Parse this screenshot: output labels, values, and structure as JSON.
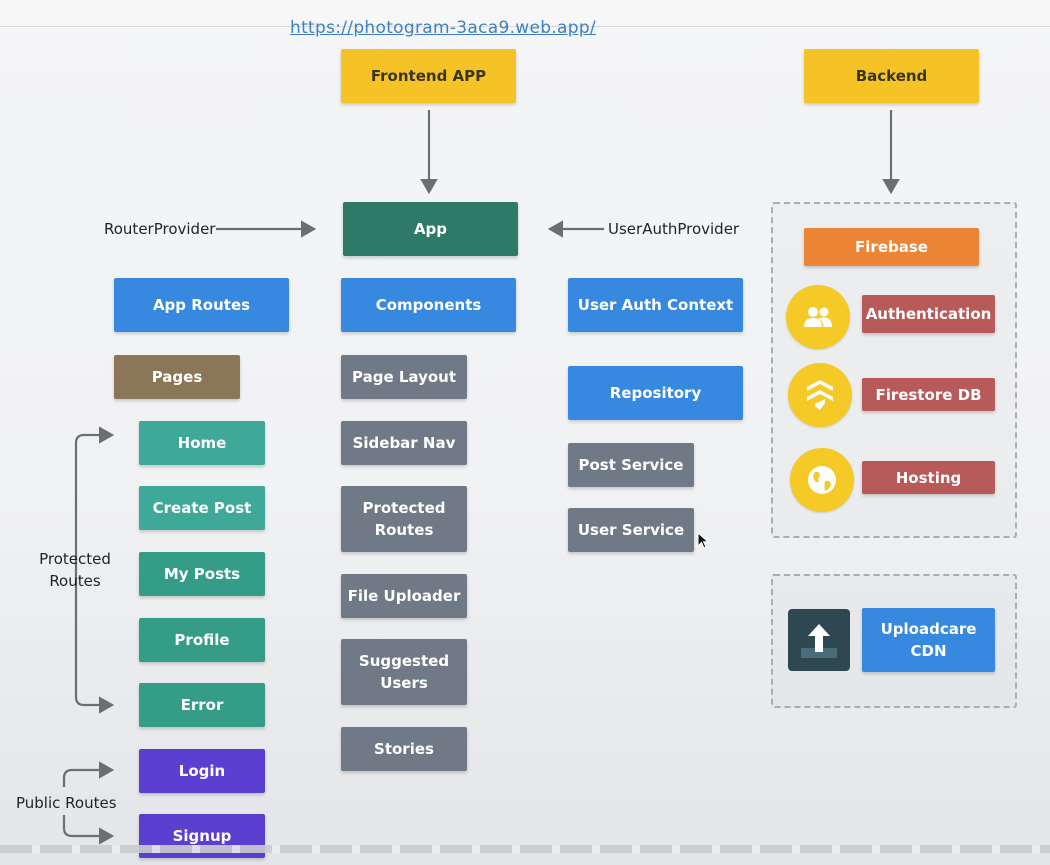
{
  "url": "https://photogram-3aca9.web.app/",
  "frontend": {
    "title": "Frontend APP"
  },
  "backend": {
    "title": "Backend"
  },
  "app": {
    "title": "App",
    "router_provider": "RouterProvider",
    "auth_provider": "UserAuthProvider"
  },
  "routes": {
    "title": "App Routes",
    "pages": "Pages",
    "protected_label": "Protected\nRoutes",
    "public_label": "Public Routes",
    "items": [
      "Home",
      "Create Post",
      "My Posts",
      "Profile",
      "Error",
      "Login",
      "Signup"
    ]
  },
  "components": {
    "title": "Components",
    "items": [
      "Page Layout",
      "Sidebar Nav",
      "Protected\nRoutes",
      "File Uploader",
      "Suggested\nUsers",
      "Stories"
    ]
  },
  "auth": {
    "context": "User Auth Context",
    "repository": "Repository",
    "services": [
      "Post Service",
      "User Service"
    ]
  },
  "firebase": {
    "title": "Firebase",
    "services": [
      {
        "label": "Authentication",
        "icon": "users-icon"
      },
      {
        "label": "Firestore DB",
        "icon": "firestore-icon"
      },
      {
        "label": "Hosting",
        "icon": "globe-icon"
      }
    ]
  },
  "cdn": {
    "label": "Uploadcare\nCDN",
    "icon": "upload-icon"
  },
  "colors": {
    "yellow": "#f5c326",
    "app": "#2e7a66",
    "blue": "#3689df",
    "pages": "#8b7758",
    "route": "#3ea899",
    "public": "#5b3fd1",
    "gray": "#6f7a86",
    "firebase": "#ec8435",
    "service": "#b85a5a"
  }
}
